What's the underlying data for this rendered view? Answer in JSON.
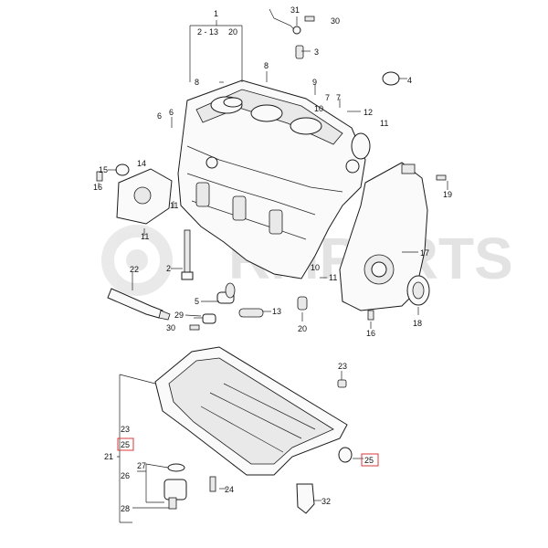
{
  "watermark": "RMPARTS",
  "labels": {
    "l1": "1",
    "l2_13": "2 - 13",
    "l20a": "20",
    "l31": "31",
    "l30a": "30",
    "l3": "3",
    "l4": "4",
    "l8a": "8",
    "l8b": "8",
    "l9": "9",
    "l7a": "7",
    "l7b": "7",
    "l10": "10",
    "l12": "12",
    "l6a": "6",
    "l6b": "6",
    "l11a": "11",
    "l15": "15",
    "l14": "14",
    "l16a": "16",
    "l11b": "11",
    "l11c": "11",
    "l19": "19",
    "l2": "2",
    "l22": "22",
    "l5": "5",
    "l29": "29",
    "l30b": "30",
    "l13": "13",
    "l20b": "20",
    "l10b": "10",
    "l11d": "11",
    "l17": "17",
    "l18": "18",
    "l16b": "16",
    "l23a": "23",
    "l23b": "23",
    "l25a": "25",
    "l21": "21",
    "l27": "27",
    "l26": "26",
    "l24": "24",
    "l28": "28",
    "l25b": "25",
    "l32": "32"
  },
  "colors": {
    "highlight": "#d93a3a",
    "line": "#222222",
    "watermark": "#d8d8d8"
  }
}
